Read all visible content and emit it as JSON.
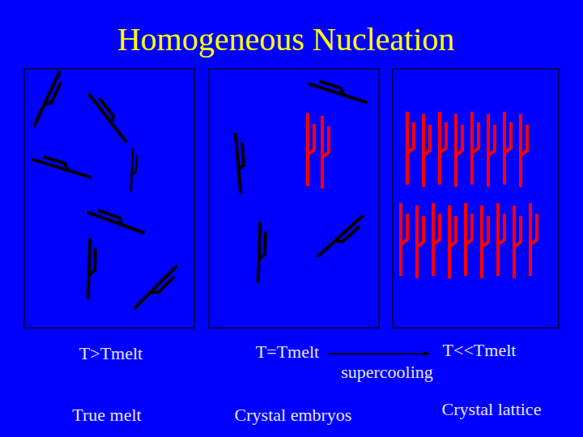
{
  "diagram": {
    "title": "Homogeneous Nucleation",
    "labels": [
      "T>Tmelt",
      "T=Tmelt",
      "T<<Tmelt",
      "supercooling",
      "True melt",
      "Crystal embryos",
      "Crystal lattice"
    ]
  }
}
